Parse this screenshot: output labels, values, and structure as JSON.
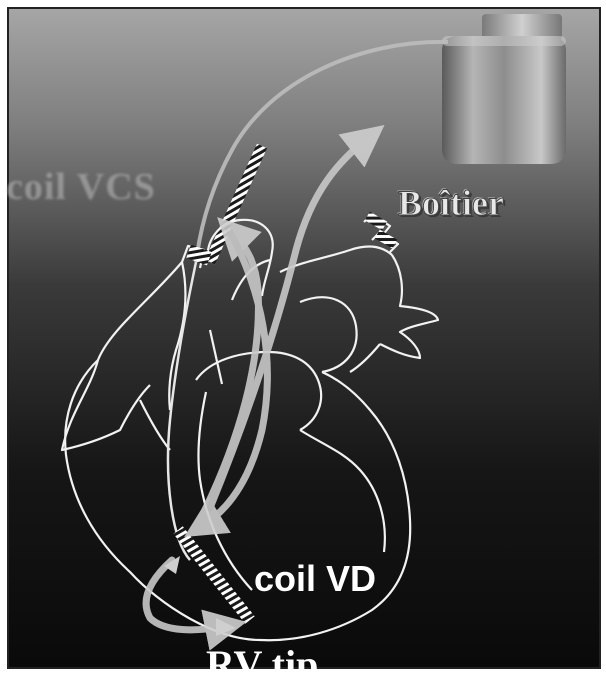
{
  "labels": {
    "coil_vcs": "coil VCS",
    "boitier": "Boîtier",
    "coil_vd": "coil VD",
    "rv_tip": "RV tip"
  },
  "colors": {
    "background_top": "#9a9a9a",
    "background_bottom": "#0b0b0b",
    "heart_outline": "#f2f2f2",
    "current_arrow": "#c8c8c8",
    "device_can": "#8a8a8a"
  },
  "icons": {
    "device_can": "pulse-generator-can-icon",
    "heart": "heart-outline-icon"
  }
}
